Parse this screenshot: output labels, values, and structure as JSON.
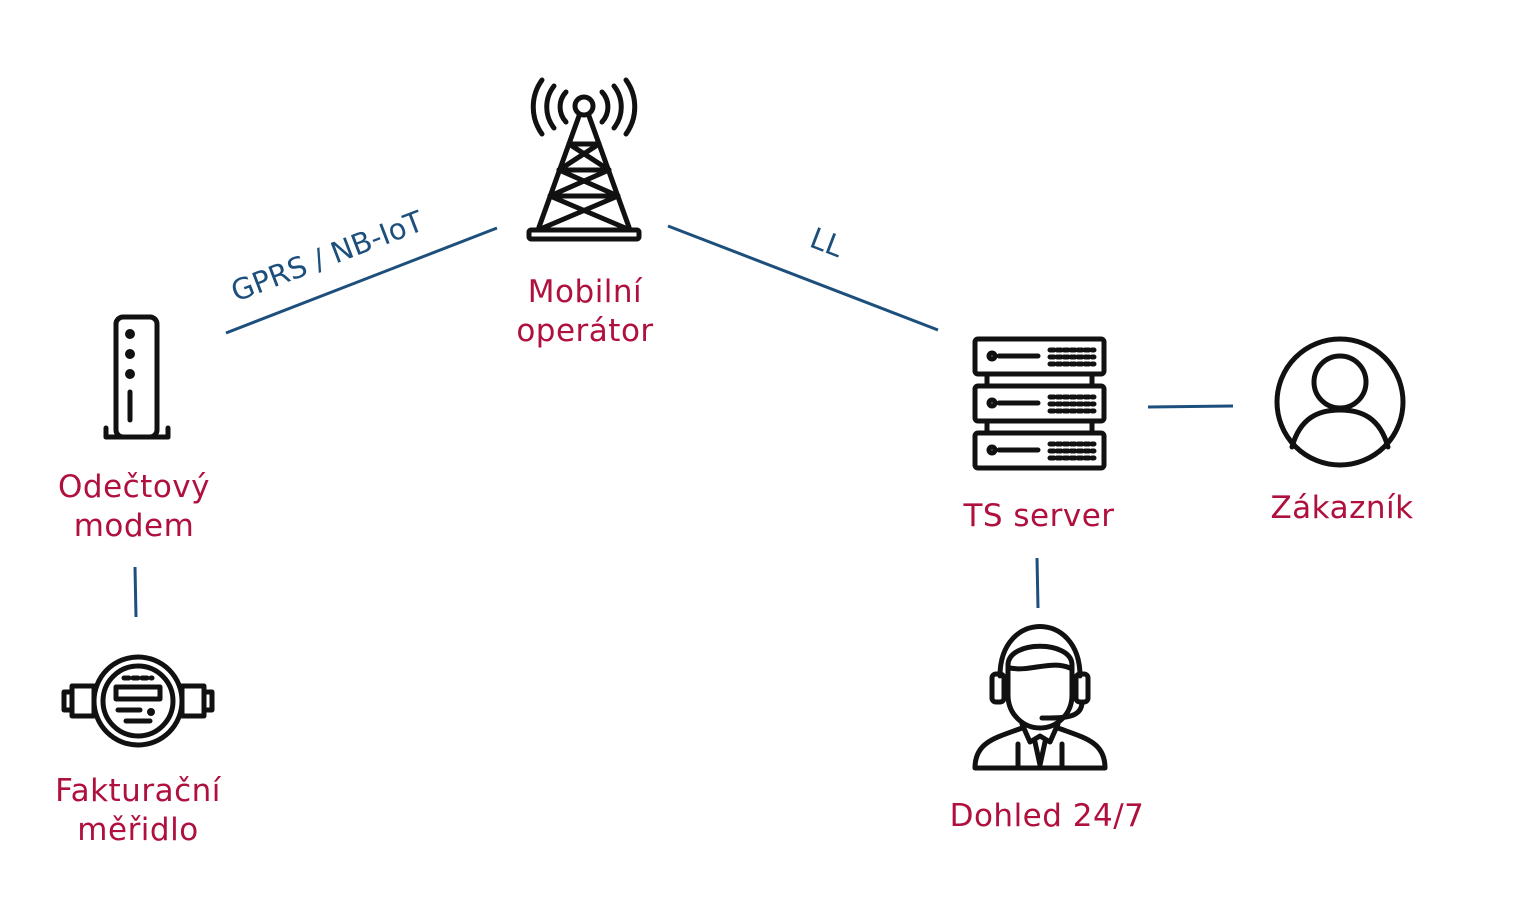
{
  "nodes": {
    "tower": {
      "label_line1": "Mobilní",
      "label_line2": "operátor",
      "icon": "cell-tower-icon"
    },
    "modem": {
      "label_line1": "Odečtový",
      "label_line2": "modem",
      "icon": "modem-icon"
    },
    "meter": {
      "label_line1": "Fakturační",
      "label_line2": "měřidlo",
      "icon": "water-meter-icon"
    },
    "server": {
      "label": "TS server",
      "icon": "server-rack-icon"
    },
    "customer": {
      "label": "Zákazník",
      "icon": "user-avatar-icon"
    },
    "monitoring": {
      "label": "Dohled 24/7",
      "icon": "headset-operator-icon"
    }
  },
  "edges": {
    "modem_tower": {
      "label": "GPRS / NB-IoT"
    },
    "tower_server": {
      "label": "LL"
    }
  },
  "colors": {
    "label": "#b0103e",
    "edge": "#1d4f7c",
    "icon": "#111111"
  }
}
